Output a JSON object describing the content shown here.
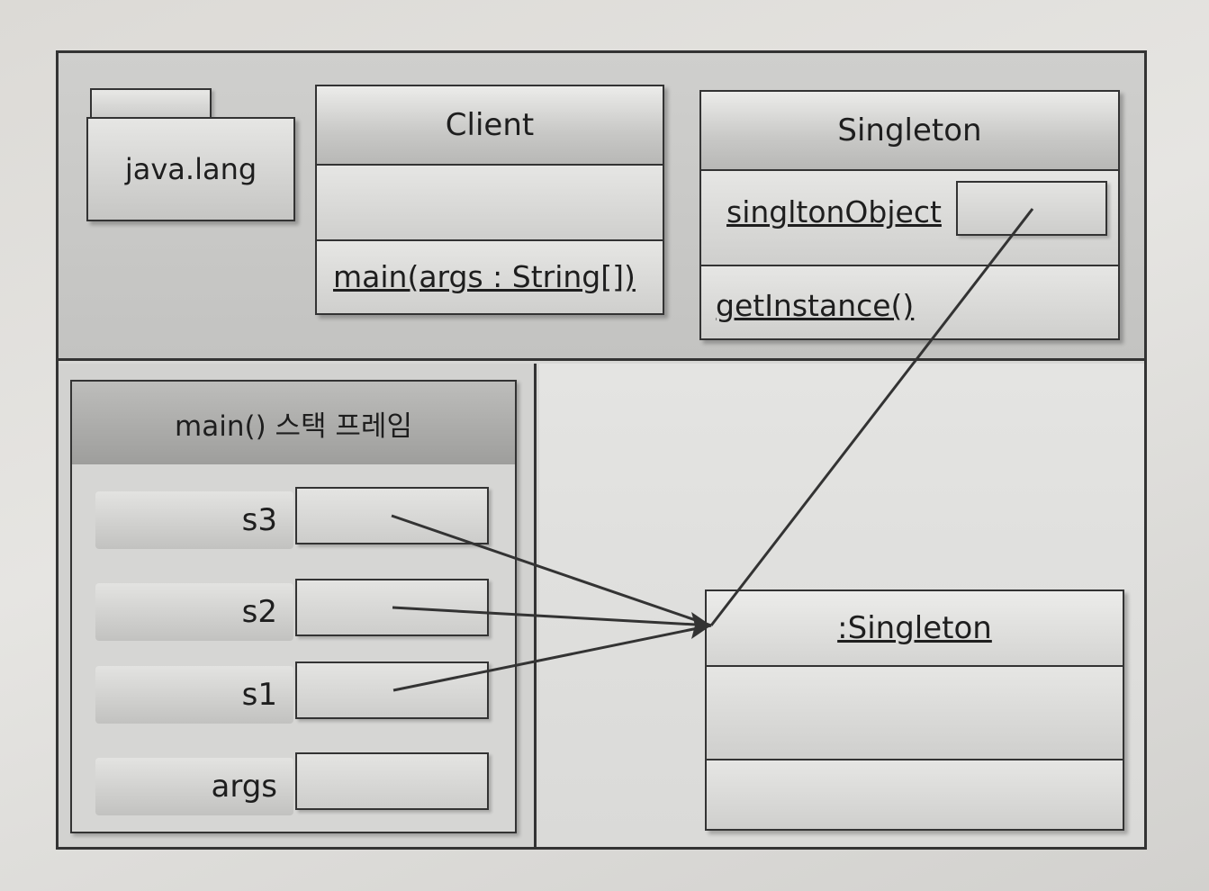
{
  "package": {
    "name": "java.lang"
  },
  "client_class": {
    "name": "Client",
    "method": "main(args : String[])"
  },
  "singleton_class": {
    "name": "Singleton",
    "field": "singltonObject",
    "method": "getInstance()"
  },
  "stack_frame": {
    "title": "main() 스택 프레임",
    "vars": [
      "s3",
      "s2",
      "s1",
      "args"
    ]
  },
  "instance": {
    "name": ":Singleton"
  },
  "references": [
    {
      "from": "s3",
      "to": ":Singleton"
    },
    {
      "from": "s2",
      "to": ":Singleton"
    },
    {
      "from": "s1",
      "to": ":Singleton"
    },
    {
      "from": "singltonObject",
      "to": ":Singleton"
    }
  ]
}
